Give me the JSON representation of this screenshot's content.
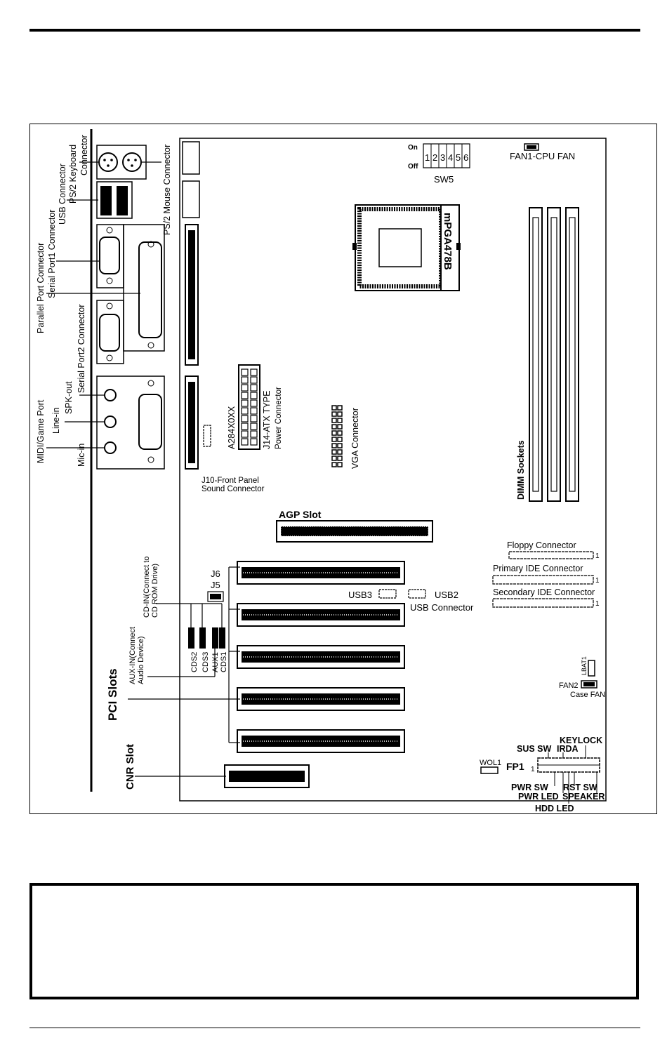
{
  "labels": {
    "ps2_keyboard": [
      "PS/2 Keyboard",
      "Connector"
    ],
    "usb_connector_back": "USB Connector",
    "ps2_mouse": "PS/2 Mouse Connector",
    "parallel_port": "Parallel Port Connector",
    "serial_port1": "Serial Port1 Connector",
    "serial_port2": "Serial Port2 Connector",
    "midi_game": "MIDI/Game Port",
    "line_in": "Line-in",
    "spk_out": "SPK-out",
    "mic_in": "Mic-in",
    "sw5_on": "On",
    "sw5_off": "Off",
    "sw5_numbers": [
      "1",
      "2",
      "3",
      "4",
      "5",
      "6"
    ],
    "sw5": "SW5",
    "fan1": "FAN1-CPU FAN",
    "cpu_socket": "mPGA478B",
    "atx_power_model": "A284X0XX",
    "atx_power": [
      "J14-ATX TYPE",
      "Power Connector"
    ],
    "vga": "VGA Connector",
    "j10": [
      "J10-Front Panel",
      "Sound Connector"
    ],
    "dimm": "DIMM Sockets",
    "agp": "AGP Slot",
    "floppy": "Floppy Connector",
    "primary_ide": "Primary IDE Connector",
    "secondary_ide": "Secondary IDE Connector",
    "pin_one": "1",
    "j6": "J6",
    "j5": "J5",
    "cd_in": [
      "CD-IN(Connect to",
      "CD ROM Drive)"
    ],
    "aux_in": [
      "AUX-IN(Connect",
      "Audio Device)"
    ],
    "cds2": "CDS2",
    "cds3": "CDS3",
    "aux1": "AUX1",
    "cds1": "CDS1",
    "usb3": "USB3",
    "usb2": "USB2",
    "usb_connector": "USB Connector",
    "lbat1": "LBAT1",
    "fan2": "FAN2",
    "case_fan": "Case FAN",
    "pci": "PCI Slots",
    "cnr": "CNR Slot",
    "keylock": "KEYLOCK",
    "sus_sw": "SUS SW",
    "irda": "IRDA",
    "wol1": "WOL1",
    "fp1": "FP1",
    "pwr_sw": "PWR SW",
    "rst_sw": "RST SW",
    "pwr_led": "PWR LED",
    "speaker": "SPEAKER",
    "hdd_led": "HDD LED"
  }
}
